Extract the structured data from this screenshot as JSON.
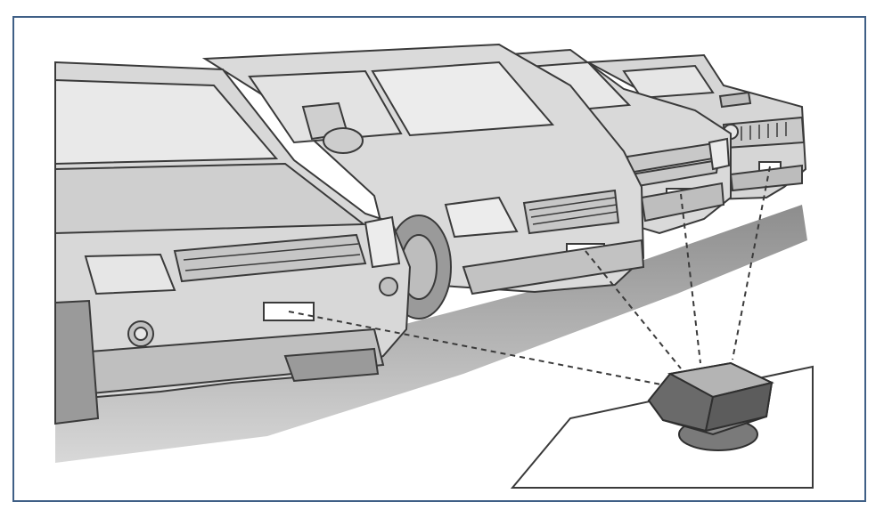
{
  "illustration": {
    "subject": "parked-cars-license-plate-reader",
    "cars": [
      {
        "kind": "suv",
        "position_label": "front"
      },
      {
        "kind": "van",
        "position_label": "second"
      },
      {
        "kind": "suv",
        "position_label": "third"
      },
      {
        "kind": "jeep",
        "position_label": "back"
      }
    ],
    "device": "plate-scanner-camera",
    "sight_lines": 4
  },
  "colors": {
    "frame_border": "#3f5f86",
    "body_light": "#d9d9d9",
    "body_mid": "#c4c4c4",
    "body_dark": "#9a9a9a",
    "outline": "#3a3a3a",
    "ground_shadow": "#a8a8a8",
    "device_top": "#6e6e6e",
    "device_side": "#4f4f4f"
  }
}
